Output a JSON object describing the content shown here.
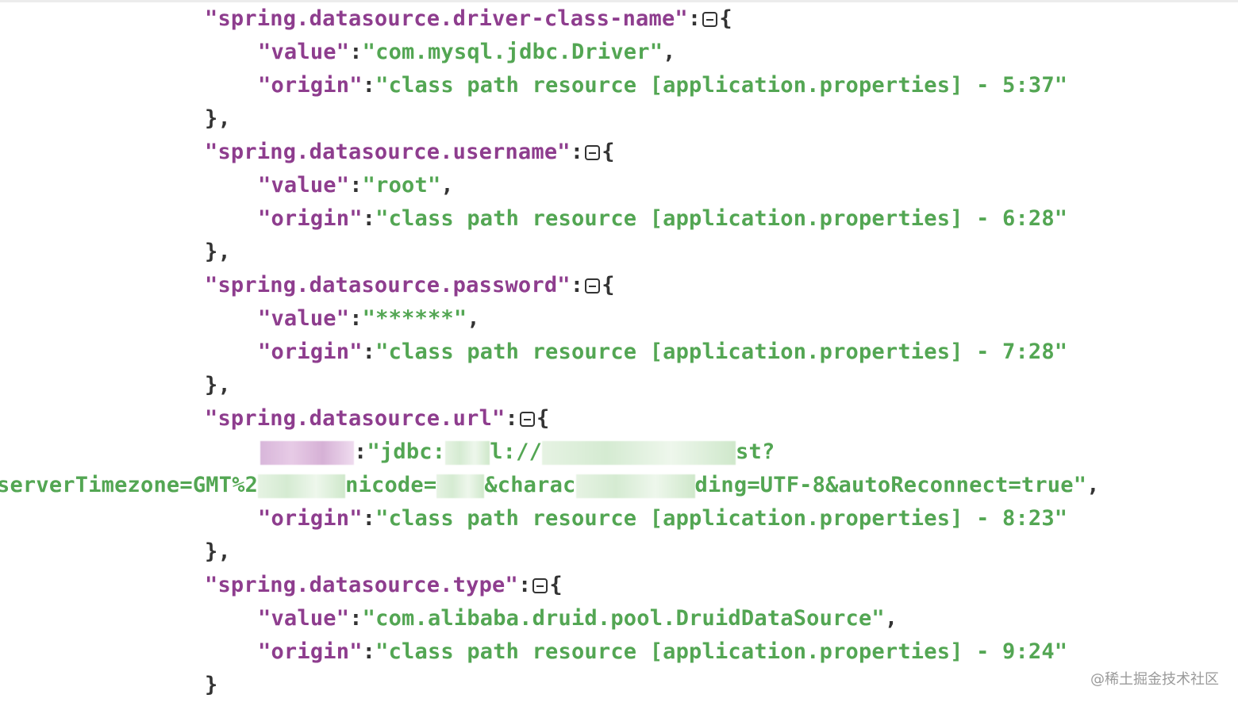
{
  "entries": [
    {
      "key": "\"spring.datasource.driver-class-name\"",
      "value_label": "\"value\"",
      "value": "\"com.mysql.jdbc.Driver\"",
      "origin_label": "\"origin\"",
      "origin": "\"class path resource [application.properties] - 5:37\""
    },
    {
      "key": "\"spring.datasource.username\"",
      "value_label": "\"value\"",
      "value": "\"root\"",
      "origin_label": "\"origin\"",
      "origin": "\"class path resource [application.properties] - 6:28\""
    },
    {
      "key": "\"spring.datasource.password\"",
      "value_label": "\"value\"",
      "value": "\"******\"",
      "origin_label": "\"origin\"",
      "origin": "\"class path resource [application.properties] - 7:28\""
    },
    {
      "key": "\"spring.datasource.url\"",
      "value_part1": "\"jdbc:",
      "value_part2": "l://",
      "value_part3": "st?",
      "value_line2a": "serverTimezone=GMT%2",
      "value_line2b": "nicode=",
      "value_line2c": "&charac",
      "value_line2d": "ding=UTF-8&autoReconnect=true\"",
      "origin_label": "\"origin\"",
      "origin": "\"class path resource [application.properties] - 8:23\""
    },
    {
      "key": "\"spring.datasource.type\"",
      "value_label": "\"value\"",
      "value": "\"com.alibaba.druid.pool.DruidDataSource\"",
      "origin_label": "\"origin\"",
      "origin": "\"class path resource [application.properties] - 9:24\""
    }
  ],
  "watermark": "@稀土掘金技术社区"
}
